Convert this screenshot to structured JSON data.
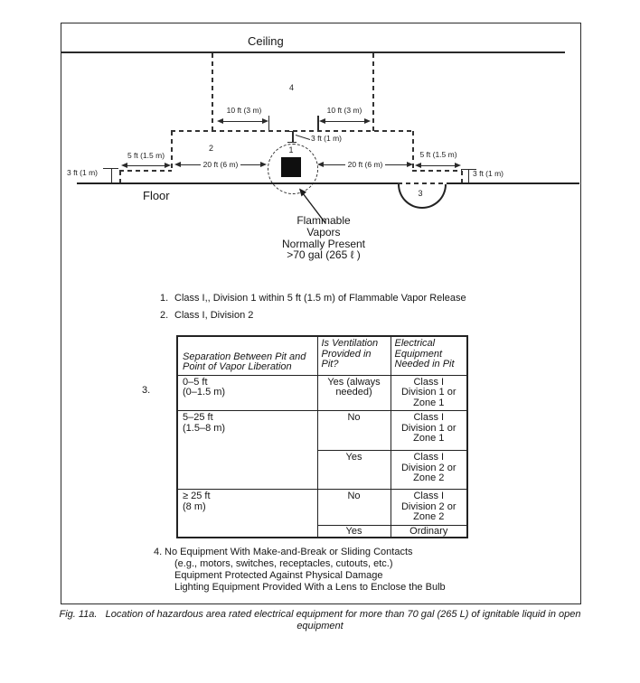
{
  "figure": {
    "caption_line1": "Fig. 11a.   Location of hazardous area rated electrical equipment for more than 70 gal (265 L) of ignitable liquid in open",
    "caption_line2": "equipment"
  },
  "diagram": {
    "ceiling_label": "Ceiling",
    "floor_label": "Floor",
    "zone1": "1",
    "zone2": "2",
    "zone3": "3",
    "zone4": "4",
    "dim_10ft": "10 ft (3 m)",
    "dim_5ft": "5 ft (1.5 m)",
    "dim_20ft": "20 ft (6 m)",
    "dim_3ft": "3 ft (1 m)",
    "source_label": "Flammable\nVapors\nNormally Present\n>70 gal (265 ℓ )"
  },
  "notes": {
    "n1_num": "1.",
    "n1_text": "Class I,, Division 1 within 5 ft (1.5 m) of Flammable Vapor Release",
    "n2_num": "2.",
    "n2_text": "Class I, Division 2",
    "n3_num": "3.",
    "n4_num": "4.",
    "n4_line1": "No Equipment With Make-and-Break or Sliding Contacts",
    "n4_line2": "(e.g., motors, switches, receptacles, cutouts, etc.)",
    "n4_line3": "Equipment Protected Against Physical Damage",
    "n4_line4": "Lighting Equipment Provided With a Lens to Enclose the Bulb"
  },
  "table": {
    "header_col1": "Separation Between Pit and\nPoint of Vapor Liberation",
    "header_col2": "Is Ventilation\nProvided in\nPit?",
    "header_col3": "Electrical\nEquipment\nNeeded in Pit",
    "r1c1": "0–5 ft\n(0–1.5 m)",
    "r1c2": "Yes (always\nneeded)",
    "r1c3": "Class I\nDivision 1 or\nZone 1",
    "r2c1": "5–25 ft\n(1.5–8 m)",
    "r2c2": "No",
    "r2c3": "Class I\nDivision 1 or\nZone 1",
    "r3c2": "Yes",
    "r3c3": "Class I\nDivision 2 or\nZone 2",
    "r4c1": "≥ 25 ft\n(8 m)",
    "r4c2": "No",
    "r4c3": "Class I\nDivision 2 or\nZone 2",
    "r5c2": "Yes",
    "r5c3": "Ordinary"
  }
}
